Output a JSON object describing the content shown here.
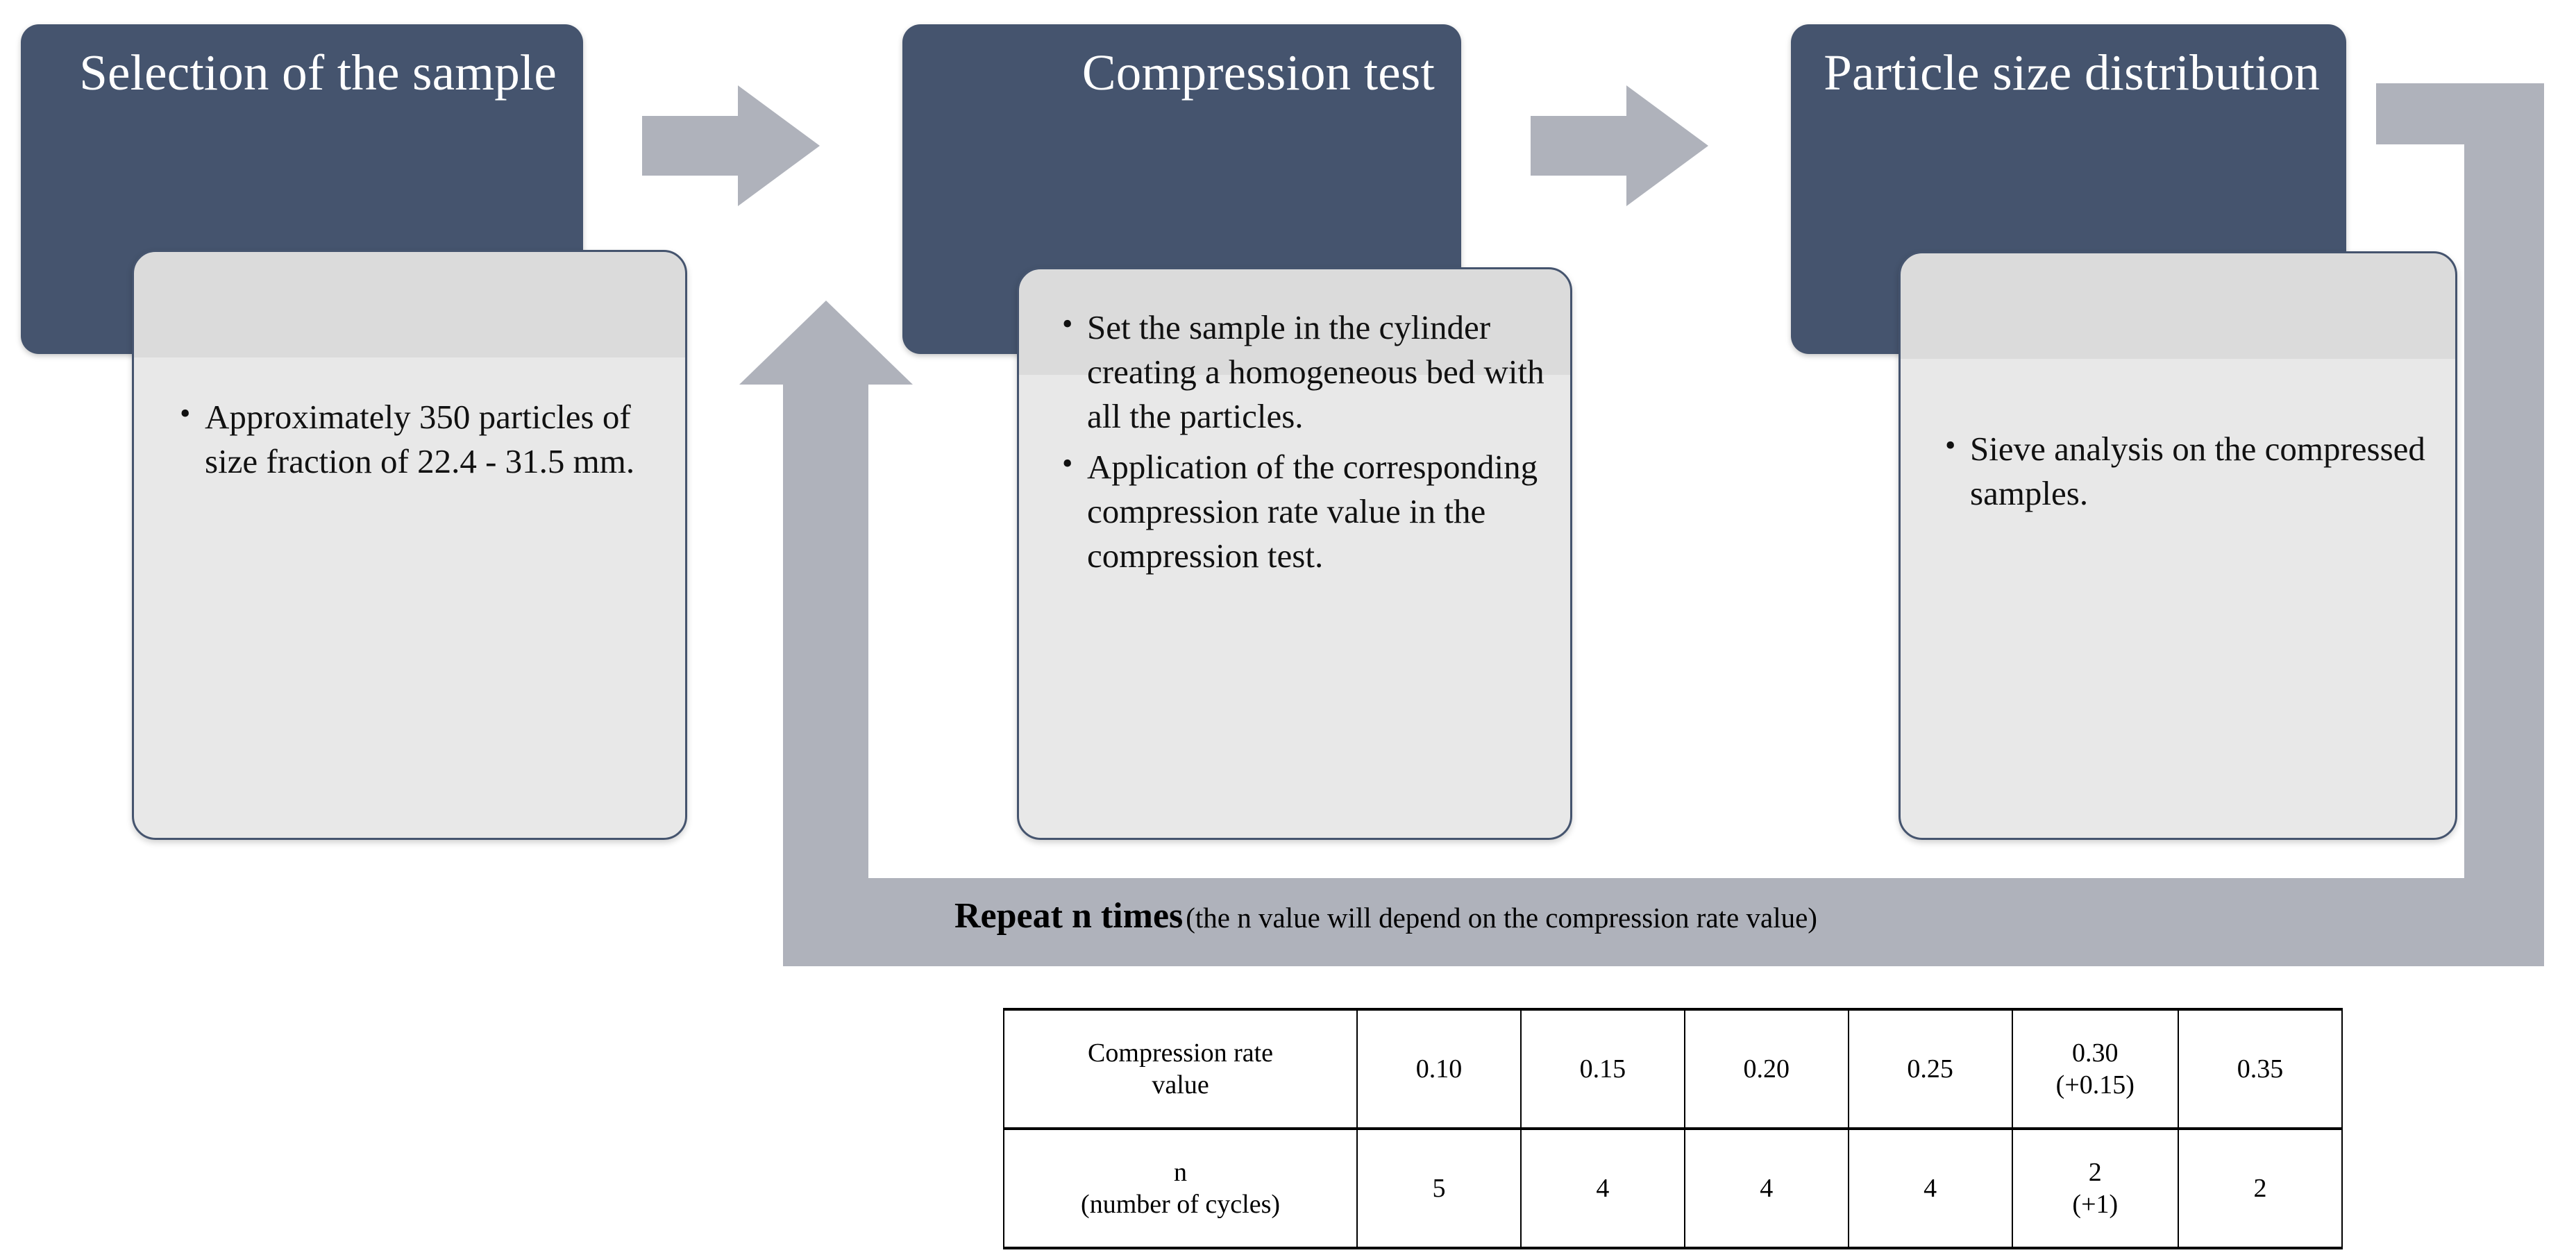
{
  "colors": {
    "header_bg": "#45546e",
    "body_bg": "#e8e8e8",
    "body_border": "#45546e",
    "arrow_gray": "#afb2bb",
    "text_dark": "#111111"
  },
  "steps": [
    {
      "title": "Selection of the sample",
      "bullets": [
        "Approximately 350 particles of size fraction of 22.4 - 31.5 mm."
      ]
    },
    {
      "title": "Compression test",
      "bullets": [
        "Set the sample in the cylinder creating a homogeneous bed with all the particles.",
        "Application of the corresponding compression rate value in the compression test."
      ]
    },
    {
      "title": "Particle size distribution",
      "bullets": [
        "Sieve analysis on the compressed samples."
      ]
    }
  ],
  "loop": {
    "label_strong": "Repeat n times",
    "label_note": "(the n value will depend on the compression rate value)"
  },
  "table": {
    "rows": [
      {
        "label": "Compression rate value",
        "label_line1": "Compression rate",
        "label_line2": "value",
        "values": [
          "0.10",
          "0.15",
          "0.20",
          "0.25",
          "0.30\n(+0.15)",
          "0.35"
        ],
        "values_main": [
          "0.10",
          "0.15",
          "0.20",
          "0.25",
          "0.30",
          "0.35"
        ],
        "values_sub": [
          "",
          "",
          "",
          "",
          "(+0.15)",
          ""
        ]
      },
      {
        "label": "n (number of cycles)",
        "label_line1": "n",
        "label_line2": "(number of cycles)",
        "values": [
          "5",
          "4",
          "4",
          "4",
          "2\n(+1)",
          "2"
        ],
        "values_main": [
          "5",
          "4",
          "4",
          "4",
          "2",
          "2"
        ],
        "values_sub": [
          "",
          "",
          "",
          "",
          "(+1)",
          ""
        ]
      }
    ]
  },
  "chart_data": {
    "type": "table",
    "title": "Compression rate value vs number of cycles",
    "categories": [
      "0.10",
      "0.15",
      "0.20",
      "0.25",
      "0.30 (+0.15)",
      "0.35"
    ],
    "series": [
      {
        "name": "n (number of cycles)",
        "values": [
          5,
          4,
          4,
          4,
          2,
          2
        ]
      }
    ],
    "xlabel": "Compression rate value",
    "ylabel": "n (number of cycles)",
    "annotations": [
      "0.30 cell shows (+0.15); corresponding n cell shows (+1)"
    ]
  },
  "icons": {
    "chevron_right": "chevron-right-arrow",
    "loop_up": "loop-up-arrow"
  }
}
